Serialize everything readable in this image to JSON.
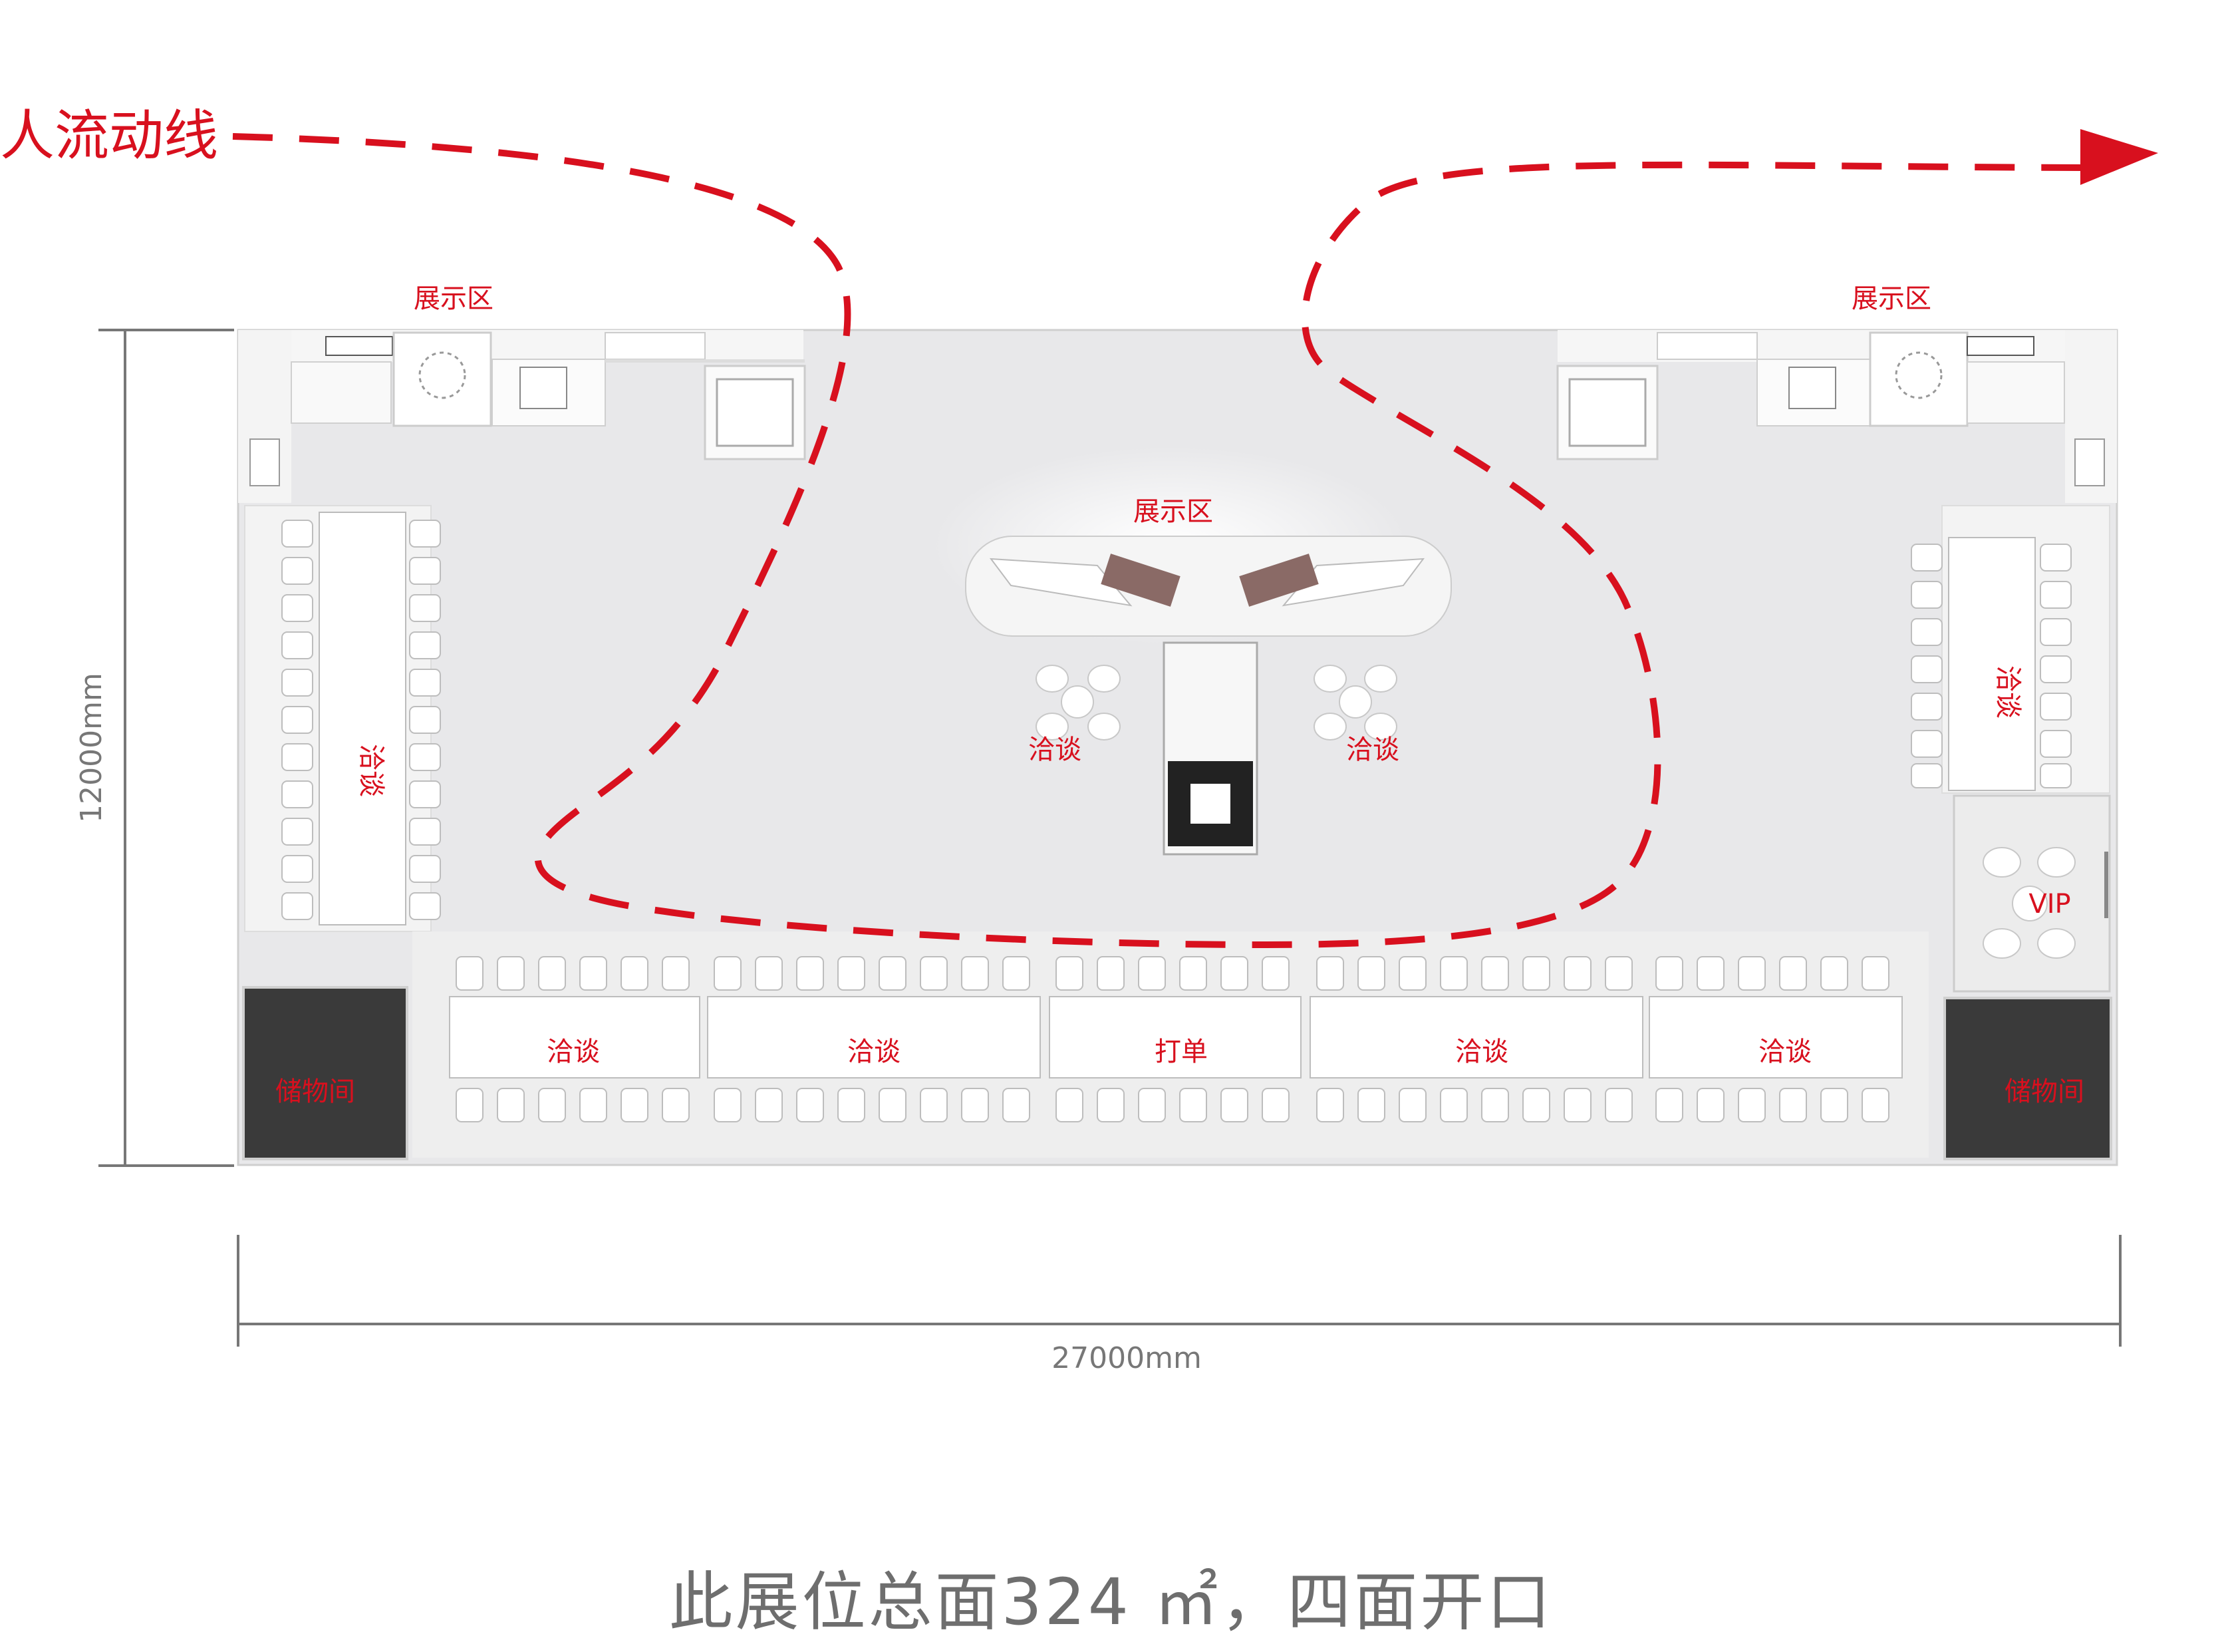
{
  "flow_label": "人流动线",
  "zones": {
    "display_left": "展示区",
    "display_right": "展示区",
    "display_center": "展示区",
    "talk_left_vertical": "洽谈",
    "talk_right_vertical": "洽谈",
    "talk_center_left": "洽谈",
    "talk_center_right": "洽谈",
    "vip": "VIP",
    "bottom_tables": [
      "洽谈",
      "洽谈",
      "打单",
      "洽谈",
      "洽谈"
    ],
    "storage_left": "储物间",
    "storage_right": "储物间"
  },
  "dimensions": {
    "height_label": "12000mm",
    "width_label": "27000mm"
  },
  "caption": "此展位总面324 ㎡，四面开口",
  "colors": {
    "accent": "#d8101e",
    "floor": "#e9e9ea",
    "wall": "#f7f7f7",
    "storage": "#3a3a3a",
    "dimension": "#777777"
  }
}
